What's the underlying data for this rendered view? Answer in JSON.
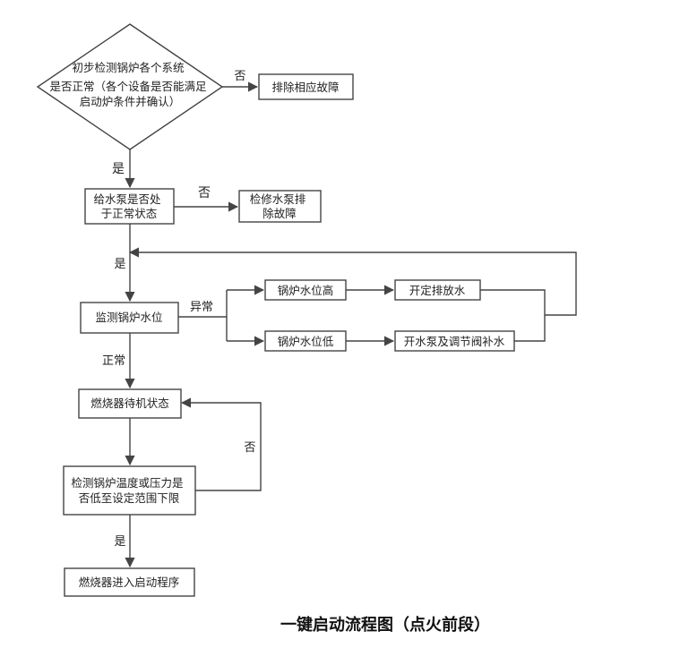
{
  "nodes": {
    "check_systems": {
      "lines": [
        "初步检测锅炉各个系统",
        "是否正常（各个设备是否能满足",
        "启动炉条件并确认）"
      ]
    },
    "fix_fault": {
      "lines": [
        "排除相应故障"
      ]
    },
    "pump_normal": {
      "lines": [
        "给水泵是否处",
        "于正常状态"
      ]
    },
    "repair_pump": {
      "lines": [
        "检修水泵排",
        "除故障"
      ]
    },
    "monitor_level": {
      "lines": [
        "监测锅炉水位"
      ]
    },
    "level_high": {
      "lines": [
        "锅炉水位高"
      ]
    },
    "drain": {
      "lines": [
        "开定排放水"
      ]
    },
    "level_low": {
      "lines": [
        "锅炉水位低"
      ]
    },
    "pump_fill": {
      "lines": [
        "开水泵及调节阀补水"
      ]
    },
    "burner_standby": {
      "lines": [
        "燃烧器待机状态"
      ]
    },
    "check_temp": {
      "lines": [
        "检测锅炉温度或压力是",
        "否低至设定范围下限"
      ]
    },
    "burner_start": {
      "lines": [
        "燃烧器进入启动程序"
      ]
    }
  },
  "edge_labels": {
    "no1": "否",
    "yes1": "是",
    "no2": "否",
    "yes2": "是",
    "abnormal": "异常",
    "normal": "正常",
    "no3": "否",
    "yes3": "是"
  },
  "caption": "一键启动流程图（点火前段）"
}
